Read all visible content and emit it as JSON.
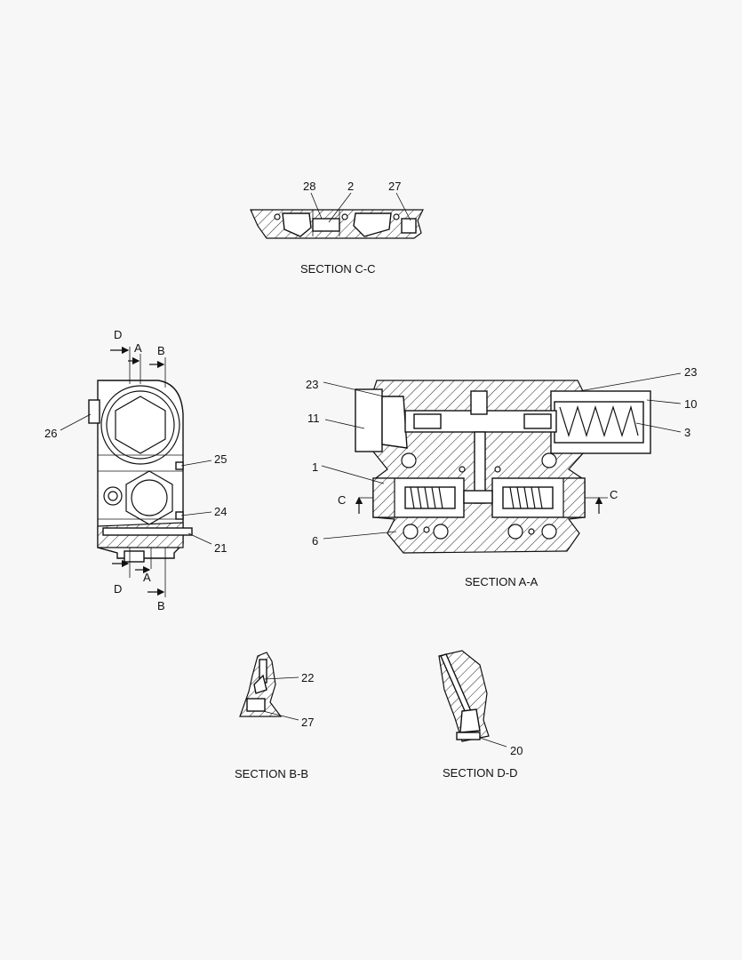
{
  "sections": {
    "cc": {
      "title": "SECTION C-C",
      "callouts": [
        "28",
        "2",
        "27"
      ]
    },
    "aa": {
      "title": "SECTION A-A",
      "callouts": [
        "23",
        "11",
        "1",
        "6",
        "23",
        "10",
        "3"
      ],
      "markers": [
        "C",
        "C"
      ]
    },
    "bb": {
      "title": "SECTION B-B",
      "callouts": [
        "22",
        "27"
      ]
    },
    "dd": {
      "title": "SECTION D-D",
      "callouts": [
        "20"
      ]
    }
  },
  "side_view": {
    "cut_labels_top": [
      "D",
      "A",
      "B"
    ],
    "cut_labels_bottom": [
      "D",
      "A",
      "B"
    ],
    "callouts": [
      "26",
      "25",
      "24",
      "21"
    ]
  }
}
